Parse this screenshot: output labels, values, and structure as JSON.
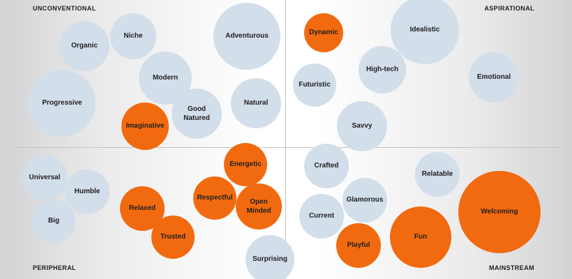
{
  "quadrants": {
    "top_left": "UNCONVENTIONAL",
    "top_right": "ASPIRATIONAL",
    "bottom_left": "PERIPHERAL",
    "bottom_right": "MAINSTREAM"
  },
  "colors": {
    "highlight": "#f26a10",
    "neutral": "#d3deeb"
  },
  "bubbles": [
    {
      "label": "Organic",
      "highlight": false
    },
    {
      "label": "Niche",
      "highlight": false
    },
    {
      "label": "Adventurous",
      "highlight": false
    },
    {
      "label": "Progressive",
      "highlight": false
    },
    {
      "label": "Modern",
      "highlight": false
    },
    {
      "label": "Good Natured",
      "highlight": false
    },
    {
      "label": "Natural",
      "highlight": false
    },
    {
      "label": "Imaginative",
      "highlight": true
    },
    {
      "label": "Dynamic",
      "highlight": true
    },
    {
      "label": "Idealistic",
      "highlight": false
    },
    {
      "label": "High-tech",
      "highlight": false
    },
    {
      "label": "Emotional",
      "highlight": false
    },
    {
      "label": "Futuristic",
      "highlight": false
    },
    {
      "label": "Savvy",
      "highlight": false
    },
    {
      "label": "Energetic",
      "highlight": true
    },
    {
      "label": "Respectful",
      "highlight": true
    },
    {
      "label": "Open Minded",
      "highlight": true
    },
    {
      "label": "Universal",
      "highlight": false
    },
    {
      "label": "Humble",
      "highlight": false
    },
    {
      "label": "Big",
      "highlight": false
    },
    {
      "label": "Relaxed",
      "highlight": true
    },
    {
      "label": "Trusted",
      "highlight": true
    },
    {
      "label": "Surprising",
      "highlight": false
    },
    {
      "label": "Crafted",
      "highlight": false
    },
    {
      "label": "Relatable",
      "highlight": false
    },
    {
      "label": "Glamorous",
      "highlight": false
    },
    {
      "label": "Current",
      "highlight": false
    },
    {
      "label": "Welcoming",
      "highlight": true
    },
    {
      "label": "Fun",
      "highlight": true
    },
    {
      "label": "Playful",
      "highlight": true
    }
  ]
}
